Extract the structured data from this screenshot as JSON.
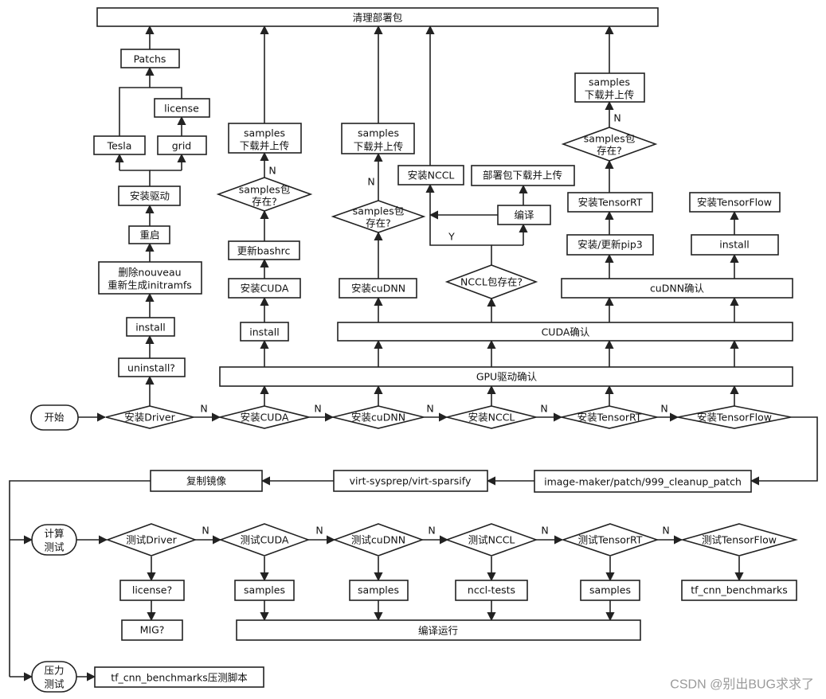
{
  "nodes": {
    "cleanup": "清理部署包",
    "patchs": "Patchs",
    "license_top": "license",
    "tesla": "Tesla",
    "grid": "grid",
    "install_driver": "安装驱动",
    "reboot": "重启",
    "nouveau_1": "删除nouveau",
    "nouveau_2": "重新生成initramfs",
    "install_a": "install",
    "uninstall_q": "uninstall?",
    "samples_cuda_1": "samples",
    "samples_cuda_2": "下载并上传",
    "samples_cuda_q1": "samples包",
    "samples_cuda_q2": "存在?",
    "update_bashrc": "更新bashrc",
    "install_cuda_box": "安装CUDA",
    "install_b": "install",
    "samples_cudnn_1": "samples",
    "samples_cudnn_2": "下载并上传",
    "samples_cudnn_q1": "samples包",
    "samples_cudnn_q2": "存在?",
    "install_cudnn_box": "安装cuDNN",
    "install_nccl_box": "安装NCCL",
    "deploy_pkg": "部署包下载并上传",
    "compile": "编译",
    "nccl_q": "NCCL包存在?",
    "samples_trt_1": "samples",
    "samples_trt_2": "下载并上传",
    "samples_trt_q1": "samples包",
    "samples_trt_q2": "存在?",
    "install_trt_box": "安装TensorRT",
    "install_tf_box": "安装TensorFlow",
    "pip3": "安装/更新pip3",
    "install_c": "install",
    "cudnn_check": "cuDNN确认",
    "cuda_check": "CUDA确认",
    "gpu_check": "GPU驱动确认",
    "start": "开始",
    "d_driver": "安装Driver",
    "d_cuda": "安装CUDA",
    "d_cudnn": "安装cuDNN",
    "d_nccl": "安装NCCL",
    "d_trt": "安装TensorRT",
    "d_tf": "安装TensorFlow",
    "copy_image": "复制镜像",
    "virt": "virt-sysprep/virt-sparsify",
    "image_maker": "image-maker/patch/999_cleanup_patch",
    "compute_1": "计算",
    "compute_2": "测试",
    "t_driver": "测试Driver",
    "t_cuda": "测试CUDA",
    "t_cudnn": "测试cuDNN",
    "t_nccl": "测试NCCL",
    "t_trt": "测试TensorRT",
    "t_tf": "测试TensorFlow",
    "license_q": "license?",
    "mig_q": "MIG?",
    "samples_t1": "samples",
    "samples_t2": "samples",
    "nccl_tests": "nccl-tests",
    "samples_t3": "samples",
    "tf_bench": "tf_cnn_benchmarks",
    "compile_run": "编译运行",
    "stress_1": "压力",
    "stress_2": "测试",
    "stress_script": "tf_cnn_benchmarks压测脚本"
  },
  "edge_labels": {
    "no": "N",
    "yes": "Y"
  },
  "watermark": "CSDN @别出BUG求求了"
}
